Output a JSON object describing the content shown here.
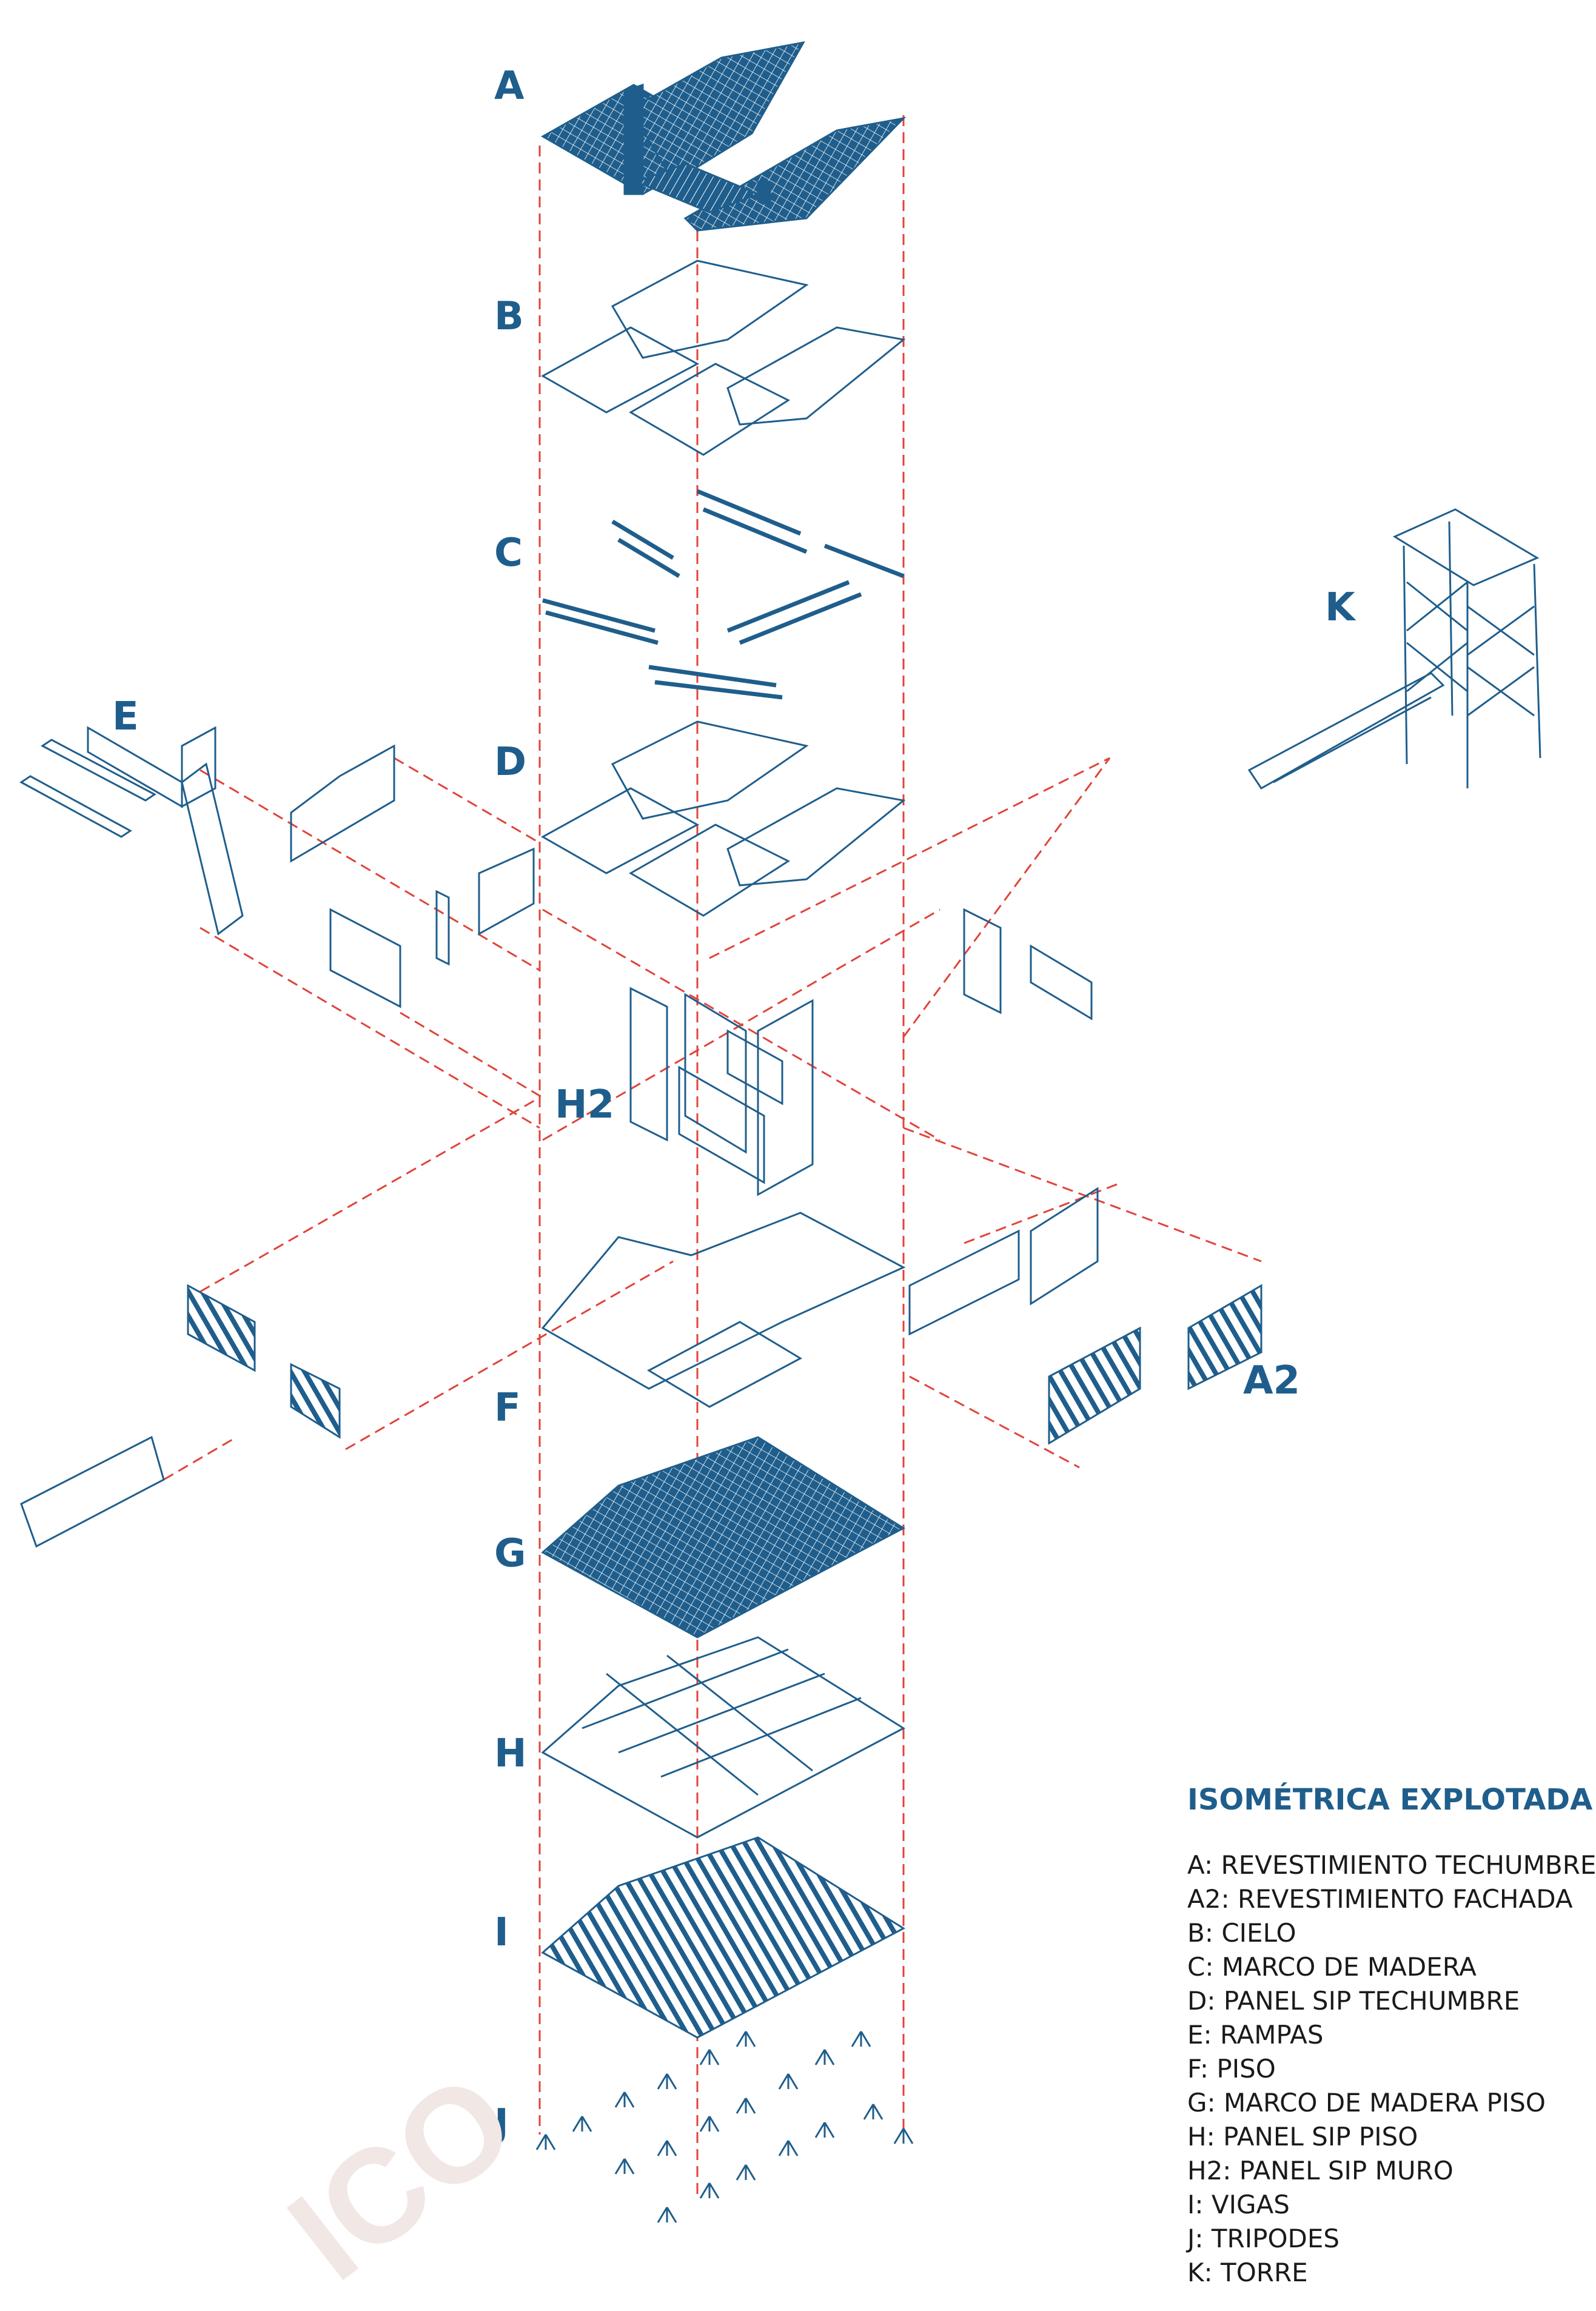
{
  "labels": {
    "A": "A",
    "A2": "A2",
    "B": "B",
    "C": "C",
    "D": "D",
    "E": "E",
    "F": "F",
    "G": "G",
    "H": "H",
    "H2": "H2",
    "I": "I",
    "J": "J",
    "K": "K"
  },
  "legend": {
    "title": "ISOMÉTRICA EXPLOTADA",
    "items": [
      "A: REVESTIMIENTO TECHUMBRE",
      "A2: REVESTIMIENTO FACHADA",
      "B: CIELO",
      "C: MARCO DE MADERA",
      "D: PANEL SIP TECHUMBRE",
      "E: RAMPAS",
      "F: PISO",
      "G: MARCO DE MADERA PISO",
      "H: PANEL SIP PISO",
      "H2: PANEL SIP MURO",
      "I: VIGAS",
      "J: TRIPODES",
      "K: TORRE"
    ]
  },
  "watermark": "ICO",
  "colors": {
    "blue": "#1f5e8c",
    "line": "#3a6f99",
    "guide": "#e0443a",
    "legend_text": "#1a1a1a",
    "watermark": "#f1e7e4"
  }
}
